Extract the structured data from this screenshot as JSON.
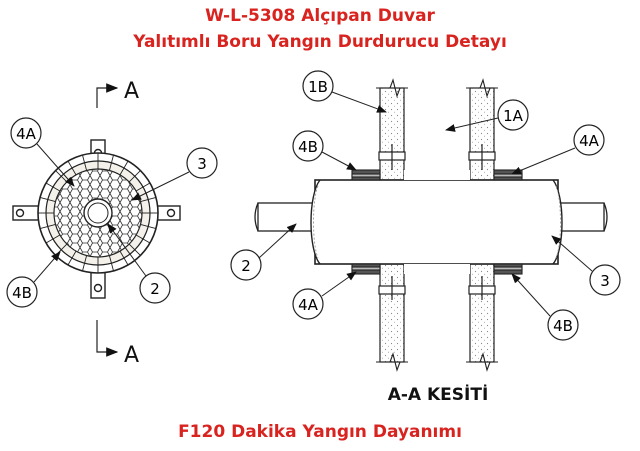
{
  "title": {
    "line1": "W-L-5308 Alçıpan Duvar",
    "line2": "Yalıtımlı Boru Yangın Durdurucu Detayı",
    "rating": "F120 Dakika Yangın Dayanımı"
  },
  "section": {
    "marker": "A",
    "caption": "A-A KESİTİ"
  },
  "callouts": {
    "c4A": "4A",
    "c4B": "4B",
    "c3": "3",
    "c2": "2",
    "c1B": "1B",
    "c1A": "1A"
  },
  "colors": {
    "title": "#d8231f",
    "line": "#222222",
    "sleeve": "#444444"
  }
}
